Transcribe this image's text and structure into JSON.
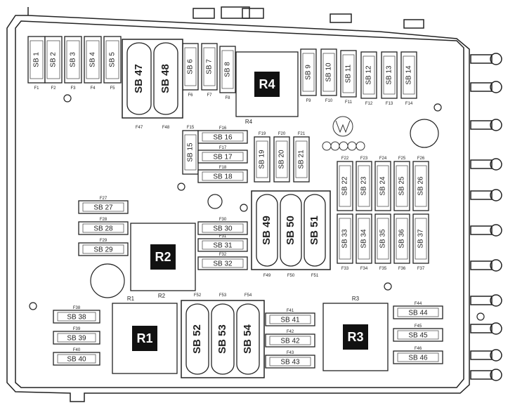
{
  "title": "",
  "small_fuses_vertical": [
    {
      "label": "SB 1",
      "tag": "F1"
    },
    {
      "label": "SB 2",
      "tag": "F2"
    },
    {
      "label": "SB 3",
      "tag": "F3"
    },
    {
      "label": "SB 4",
      "tag": "F4"
    },
    {
      "label": "SB 5",
      "tag": "F5"
    },
    {
      "label": "SB 6",
      "tag": "F6"
    },
    {
      "label": "SB 7",
      "tag": "F7"
    },
    {
      "label": "SB 8",
      "tag": "F8"
    },
    {
      "label": "SB 9",
      "tag": "F9"
    },
    {
      "label": "SB 10",
      "tag": "F10"
    },
    {
      "label": "SB 11",
      "tag": "F11"
    },
    {
      "label": "SB 12",
      "tag": "F12"
    },
    {
      "label": "SB 13",
      "tag": "F13"
    },
    {
      "label": "SB 14",
      "tag": "F14"
    },
    {
      "label": "SB 15",
      "tag": "F15"
    },
    {
      "label": "SB 19",
      "tag": "F19"
    },
    {
      "label": "SB 20",
      "tag": "F20"
    },
    {
      "label": "SB 21",
      "tag": "F21"
    },
    {
      "label": "SB 22",
      "tag": "F22"
    },
    {
      "label": "SB 23",
      "tag": "F23"
    },
    {
      "label": "SB 24",
      "tag": "F24"
    },
    {
      "label": "SB 25",
      "tag": "F25"
    },
    {
      "label": "SB 26",
      "tag": "F26"
    },
    {
      "label": "SB 33",
      "tag": "F33"
    },
    {
      "label": "SB 34",
      "tag": "F34"
    },
    {
      "label": "SB 35",
      "tag": "F35"
    },
    {
      "label": "SB 36",
      "tag": "F36"
    },
    {
      "label": "SB 37",
      "tag": "F37"
    }
  ],
  "small_fuses_horizontal": [
    {
      "label": "SB 16",
      "tag": "F16"
    },
    {
      "label": "SB 17",
      "tag": "F17"
    },
    {
      "label": "SB 18",
      "tag": "F18"
    },
    {
      "label": "SB 27",
      "tag": "F27"
    },
    {
      "label": "SB 28",
      "tag": "F28"
    },
    {
      "label": "SB 29",
      "tag": "F29"
    },
    {
      "label": "SB 30",
      "tag": "F30"
    },
    {
      "label": "SB 31",
      "tag": "F31"
    },
    {
      "label": "SB 32",
      "tag": "F32"
    },
    {
      "label": "SB 38",
      "tag": "F38"
    },
    {
      "label": "SB 39",
      "tag": "F39"
    },
    {
      "label": "SB 40",
      "tag": "F40"
    },
    {
      "label": "SB 41",
      "tag": "F41"
    },
    {
      "label": "SB 42",
      "tag": "F42"
    },
    {
      "label": "SB 43",
      "tag": "F43"
    },
    {
      "label": "SB 44",
      "tag": "F44"
    },
    {
      "label": "SB 45",
      "tag": "F45"
    },
    {
      "label": "SB 46",
      "tag": "F46"
    }
  ],
  "maxi_fuses": [
    {
      "label": "SB 47",
      "tag": "F47"
    },
    {
      "label": "SB 48",
      "tag": "F48"
    },
    {
      "label": "SB 49",
      "tag": "F49"
    },
    {
      "label": "SB 50",
      "tag": "F50"
    },
    {
      "label": "SB 51",
      "tag": "F51"
    },
    {
      "label": "SB 52",
      "tag": "F52"
    },
    {
      "label": "SB 53",
      "tag": "F53"
    },
    {
      "label": "SB 54",
      "tag": "F54"
    }
  ],
  "relays": [
    {
      "label": "R1",
      "caption": "R1"
    },
    {
      "label": "R2",
      "caption": "R2"
    },
    {
      "label": "R3",
      "caption": "R3"
    },
    {
      "label": "R4",
      "caption": "R4"
    }
  ],
  "colors": {
    "outline": "#222222",
    "relay_fill": "#111111",
    "relay_text": "#ffffff",
    "panel": "#ffffff"
  }
}
